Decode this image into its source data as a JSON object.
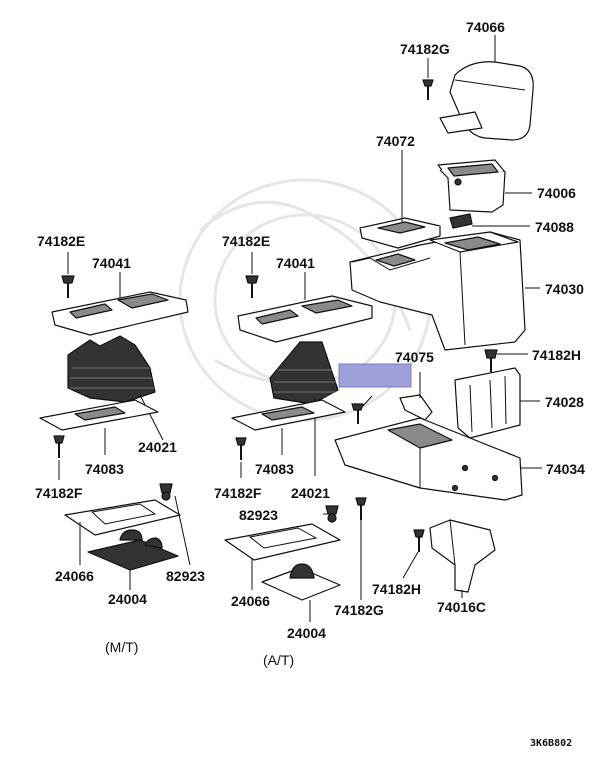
{
  "labels": {
    "p74066": "74066",
    "p74182G_top": "74182G",
    "p74072": "74072",
    "p74006": "74006",
    "p74088": "74088",
    "p74030": "74030",
    "p74182H_right": "74182H",
    "p74075": "74075",
    "p74028": "74028",
    "p74034": "74034",
    "p74182H_bottom": "74182H",
    "p74016C": "74016C",
    "p74182G_bottom": "74182G",
    "p74182E_left": "74182E",
    "p74041_left": "74041",
    "p24021_left": "24021",
    "p74083_left": "74083",
    "p74182F_left": "74182F",
    "p24066_left": "24066",
    "p82923_left": "82923",
    "p24004_left": "24004",
    "p74182E_mid": "74182E",
    "p74041_mid": "74041",
    "p74083_mid": "74083",
    "p74182F_mid": "74182F",
    "p24021_mid": "24021",
    "p82923_mid": "82923",
    "p24066_mid": "24066",
    "p24004_mid": "24004"
  },
  "variants": {
    "manual": "(M/T)",
    "automatic": "(A/T)"
  },
  "diagram_code": "3K6B802",
  "highlight_color": "#9fa0d8"
}
